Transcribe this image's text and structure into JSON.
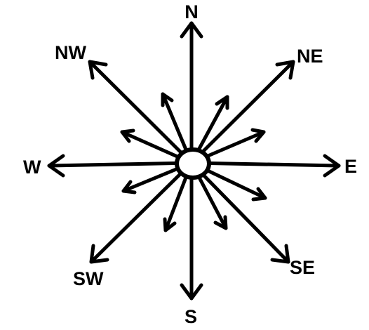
{
  "compass": {
    "cardinal_labels": {
      "north": "N",
      "east": "E",
      "south": "S",
      "west": "W"
    },
    "intercardinal_labels": {
      "northeast": "NE",
      "southeast": "SE",
      "southwest": "SW",
      "northwest": "NW"
    },
    "stroke_color": "#000000",
    "background_color": "#ffffff"
  }
}
